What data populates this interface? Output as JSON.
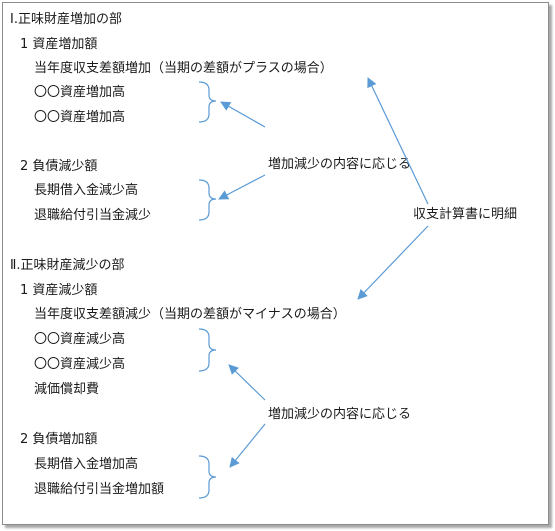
{
  "section1": {
    "title": "Ⅰ.正味財産増加の部",
    "sub1": {
      "title": "1 資産増加額",
      "items": [
        "当年度収支差額増加（当期の差額がプラスの場合）",
        "〇〇資産増加高",
        "〇〇資産増加高"
      ]
    },
    "sub2": {
      "title": "2 負債減少額",
      "items": [
        "長期借入金減少高",
        "退職給付引当金減少"
      ]
    }
  },
  "section2": {
    "title": "Ⅱ.正味財産減少の部",
    "sub1": {
      "title": "1 資産減少額",
      "items": [
        "当年度収支差額減少（当期の差額がマイナスの場合）",
        "〇〇資産減少高",
        "〇〇資産減少高",
        "減価償却費"
      ]
    },
    "sub2": {
      "title": "2 負債増加額",
      "items": [
        "長期借入金増加高",
        "退職給付引当金増加額"
      ]
    }
  },
  "annotations": {
    "note_top": "増加減少の内容に応じる",
    "note_right": "収支計算書に明細",
    "note_bottom": "増加減少の内容に応じる"
  },
  "colors": {
    "arrow": "#5b9bd5",
    "brace": "#5b9bd5",
    "text": "#1a1a1a"
  }
}
